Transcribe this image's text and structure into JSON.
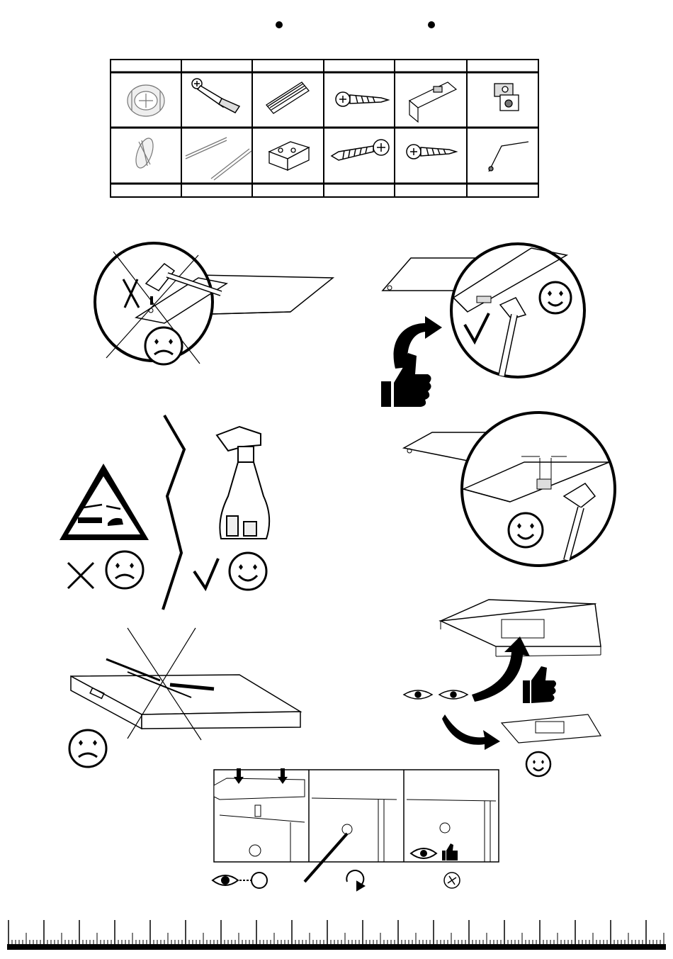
{
  "page": {
    "bg": "#ffffff",
    "ink": "#000000",
    "shade": "#555555"
  },
  "parts_table": {
    "header_labels": [
      "",
      "",
      "",
      "",
      "",
      ""
    ],
    "footer_labels": [
      "",
      "",
      "",
      "",
      "",
      ""
    ],
    "row1": [
      "cam-lock-fitting-icon",
      "cam-bolt-icon",
      "wooden-dowel-icon",
      "cross-head-screw-icon",
      "drawer-runner-bracket-icon",
      "concealed-hinge-icon"
    ],
    "row2": [
      "cam-disc-icon",
      "drawer-slide-rails-icon",
      "block-connector-icon",
      "long-wood-screw-icon",
      "short-wood-screw-icon",
      "allen-key-icon"
    ]
  },
  "instructions": [
    {
      "id": "hammer-wrong",
      "verdict": "wrong",
      "face": "sad"
    },
    {
      "id": "hammer-right",
      "verdict": "right",
      "face": "happy"
    },
    {
      "id": "cleaning-chemicals",
      "verdict": "wrong",
      "face": "sad"
    },
    {
      "id": "cleaning-water-spray",
      "verdict": "right",
      "face": "happy"
    },
    {
      "id": "dowel-gap",
      "verdict": "right",
      "face": "happy"
    },
    {
      "id": "knife-on-packaging",
      "verdict": "wrong",
      "face": "sad"
    },
    {
      "id": "unpack-check-parts",
      "verdict": "right",
      "face": "happy"
    },
    {
      "id": "cam-lock-tightening",
      "verdict": "sequence",
      "face": ""
    }
  ]
}
